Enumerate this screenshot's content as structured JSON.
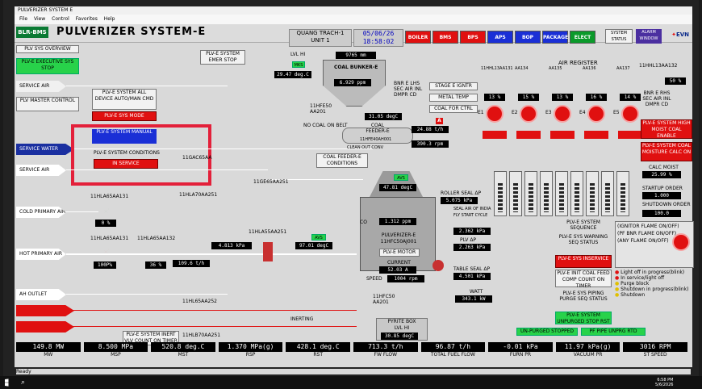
{
  "window": {
    "title": "PULVERIZER SYSTEM E",
    "menu": [
      "File",
      "View",
      "Control",
      "Favorites",
      "Help"
    ]
  },
  "header": {
    "logo": "BLR-BMS",
    "title": "PULVERIZER SYSTEM-E",
    "site_line1": "QUANG TRACH-1",
    "site_line2": "UNIT 1",
    "date": "05/06/26",
    "time": "18:58:02",
    "nav": [
      {
        "label": "BOILER",
        "color": "#e01010"
      },
      {
        "label": "BMS",
        "color": "#e01010"
      },
      {
        "label": "BPS",
        "color": "#e01010"
      },
      {
        "label": "APS",
        "color": "#1a2fd6"
      },
      {
        "label": "BOP",
        "color": "#1a2fd6"
      },
      {
        "label": "PACKAGE",
        "color": "#1a2fd6"
      },
      {
        "label": "ELECT",
        "color": "#0a9a2a"
      }
    ],
    "sys_status": "SYSTEM STATUS",
    "alarm_window": "ALARM WINDOW",
    "evn": "EVN"
  },
  "left": {
    "overview": "PLV SYS OVERVIEW",
    "exec_stop": "PLV-E EXECUTIVE SYS STOP",
    "master_control": "PLV MASTER CONTROL",
    "service_air1": "SERVICE AIR",
    "service_water": "SERVICE WATER",
    "service_air2": "SERVICE AIR",
    "cold_primary": "COLD PRIMARY AIR",
    "hot_primary": "HOT PRIMARY AIR",
    "ah_outlet": "AH OUTLET"
  },
  "system": {
    "all_device": "PLV-E SYSTEM ALL DEVICE AUTO/MAN CMD",
    "sys_mode": "PLV-E SYS MODE",
    "manual": "PLV-E SYSTEM MANUAL",
    "conditions": "PLV-E SYSTEM CONDITIONS",
    "in_service": "IN SERVICE",
    "emer_stop": "PLV-E SYSTEM EMER STOP",
    "feeder_cond": "COAL FEEDER-E CONDITIONS",
    "inert_vlv": "PLV-E SYSTEM INERT VLV COUNT ON TIMER"
  },
  "bunker": {
    "level_label": "LVL HI",
    "level": "9765 mm",
    "name": "COAL BUNKER-E",
    "rate": "6.929 ppm",
    "temp": "29.47 deg.C",
    "valve": "MKS"
  },
  "feeder": {
    "no_coal": "NO COAL ON BELT",
    "name": "COAL FEEDER-E",
    "tag": "11HFE40AH001",
    "flow": "24.88 t/h",
    "speed": "390.3 rpm",
    "clean": "CLEAN OUT CONV",
    "outlet_temp": "31.05 degC",
    "tag2": "11HFE50 AA201"
  },
  "mill": {
    "temp": "47.81 degC",
    "co": "1.312 ppm",
    "name": "PULVERIZER-E",
    "tag": "11HFC50AJ001",
    "motor": "PLV-E MOTOR",
    "current_label": "CURRENT",
    "current": "52.03 A",
    "speed_label": "SPEED",
    "speed": "1004 rpm",
    "watt_label": "WATT",
    "watt": "343.1 kW",
    "roller_seal": "ROLLER SEAL ΔP",
    "roller_val": "5.075 kPa",
    "dp1": "2.362 kPa",
    "plv_dp": "PLV ΔP",
    "plv_dp_val": "2.263 kPa",
    "table_seal": "TABLE SEAL ΔP",
    "table_val": "4.501 kPa",
    "seal_air": "SEAL AIR OF INDIA",
    "fly_start": "FLY START CYCLE"
  },
  "stages": {
    "stage_ignt": "STAGE E IGNTR",
    "metal_temp": "METAL TEMP",
    "coal_for_ctrl": "COAL FOR CTRL",
    "bnr_elhs": "BNR E LHS SEC AIR INL DMPR CD",
    "bnr_rhs": "BNR E RHS SEC AIR INL DMPR CD",
    "air_register": "AIR REGISTER"
  },
  "registers": [
    {
      "tag": "11HHL13AA131",
      "val": "13 %"
    },
    {
      "tag": "AA134",
      "val": "15 %"
    },
    {
      "tag": "AA135",
      "val": "13 %"
    },
    {
      "tag": "AA136",
      "val": "16 %"
    },
    {
      "tag": "AA137",
      "val": "14 %"
    }
  ],
  "burners": [
    "E1",
    "E2",
    "E3",
    "E4",
    "E5"
  ],
  "right": {
    "reg_top": "11HHL13AA132",
    "reg_top_val": "50 %",
    "high_moist": "PLV-E SYSTEM HIGH MOIST COAL ENABLE",
    "coal_moist": "PLV-E SYSTEM COAL MOISTURE CALC ON",
    "calc_moist": "CALC MOIST",
    "moist_val": "25.99 %",
    "startup": "STARTUP ORDER",
    "startup_val": "1.000",
    "shutdown": "SHUTDOWN ORDER",
    "shutdown_val": "100.0",
    "seq": "PLV-E SYSTEM SEQUENCE",
    "warning_seq": "PLV-E SYS WARNING SEQ STATUS",
    "inservice": "PLV-E SYS INSERVICE",
    "init_coal": "PLV-E INIT COAL FEED COMP COUNT ON TIMER",
    "piping": "PLV-E SYS PIPING PURGE SEQ STATUS",
    "unpurged": "PLV-E SYSTEM UNPURGED STOP RST",
    "unpurged_stopped": "UN-PURGED STOPPED",
    "pf_pipe": "PF PIPE UNPRG RTD",
    "legend": [
      "(IGNITOR FLAME ON/OFF)",
      "(PF BNR FLAME ON/OFF)",
      "(ANY FLAME ON/OFF)",
      "Light off in progress(blink)",
      "In service/light off",
      "Purge block",
      "Shutdown in progress(blink)",
      "Shutdown"
    ]
  },
  "valves": {
    "v1": "11GAC65AA",
    "v2": "11HLA70AA251",
    "v3": "11GE65AA251",
    "v4": "11HLA65AA131",
    "v5": "11HLA65AA132",
    "v6": "11HLA55AA251",
    "v7": "11HL65AA252",
    "v8": "11HLB70AA251",
    "cold_val": "0 %",
    "hot1": "100P%",
    "hot2": "36 %",
    "flow1": "109.6 t/h",
    "press1": "4.813 kPa",
    "press2": "97.01 degC",
    "avs": "AVS",
    "pyrite": "PYRITE BOX",
    "pyrite_lvl": "LVL HI",
    "pyrite_temp": "30.85 degC",
    "pyrite_tag": "11HFC50 AA201",
    "inerting": "INERTING"
  },
  "bottom": [
    {
      "v": "149.8 MW",
      "u": "MW"
    },
    {
      "v": "8.500 MPa",
      "u": "MSP"
    },
    {
      "v": "520.8 deg.C",
      "u": "MST"
    },
    {
      "v": "1.370 MPa(g)",
      "u": "RSP"
    },
    {
      "v": "428.1 deg.C",
      "u": "RST"
    },
    {
      "v": "713.3 t/h",
      "u": "FW FLOW"
    },
    {
      "v": "96.87 t/h",
      "u": "TOTAL FUEL FLOW"
    },
    {
      "v": "-0.01 kPa",
      "u": "FURN PR"
    },
    {
      "v": "11.97 kPa(g)",
      "u": "VACUUM PR"
    },
    {
      "v": "3016 RPM",
      "u": "ST SPEED"
    }
  ],
  "status": {
    "ready": "Ready",
    "clock": "6:58 PM",
    "date": "5/6/2026"
  }
}
